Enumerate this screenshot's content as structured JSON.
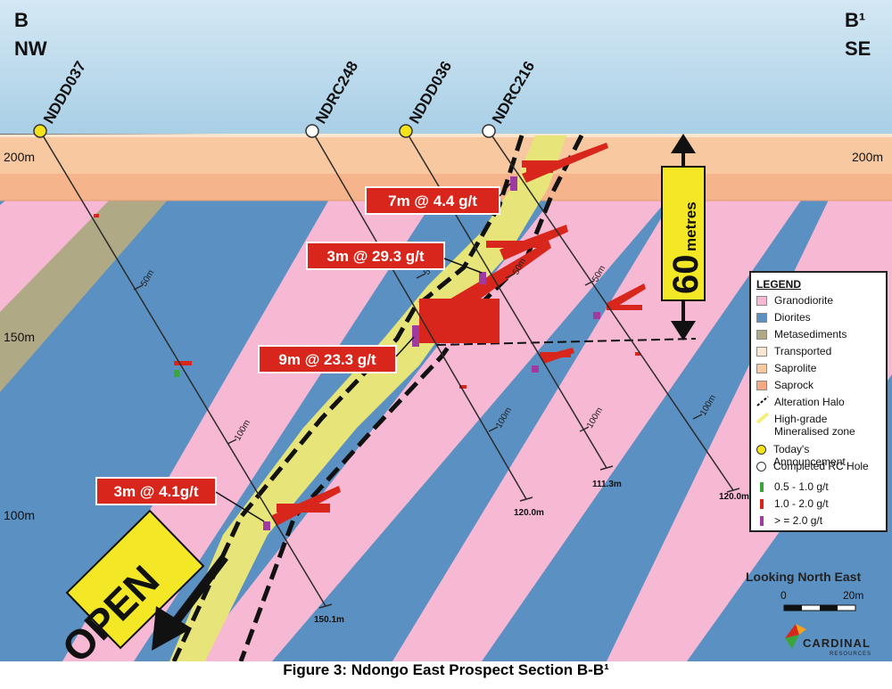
{
  "section": {
    "left_label": "B",
    "left_dir": "NW",
    "right_label": "B¹",
    "right_dir": "SE",
    "elevations": [
      "200m",
      "150m",
      "100m"
    ]
  },
  "drillholes": [
    {
      "name": "NDDD037",
      "type": "announcement",
      "end_depth": "150.1m",
      "depth_ticks": [
        "50m",
        "100m"
      ]
    },
    {
      "name": "NDRC248",
      "type": "completed_rc",
      "end_depth": "120.0m",
      "depth_ticks": [
        "50m",
        "100m"
      ]
    },
    {
      "name": "NDDD036",
      "type": "announcement",
      "end_depth": "111.3m",
      "depth_ticks": [
        "50m",
        "100m"
      ]
    },
    {
      "name": "NDRC216",
      "type": "completed_rc",
      "end_depth": "120.0m",
      "depth_ticks": [
        "50m",
        "100m"
      ]
    }
  ],
  "intercepts": [
    "7m @ 4.4 g/t",
    "3m @ 29.3 g/t",
    "9m @ 23.3 g/t",
    "3m @ 4.1g/t"
  ],
  "scale_bar": {
    "value": "60",
    "unit": "metres"
  },
  "open_label": "OPEN",
  "legend": {
    "title": "LEGEND",
    "items": [
      {
        "label": "Granodiorite",
        "color": "#f7b8d4"
      },
      {
        "label": "Diorites",
        "color": "#5b90c3"
      },
      {
        "label": "Metasediments",
        "color": "#b0a986"
      },
      {
        "label": "Transported",
        "color": "#fbe6d0"
      },
      {
        "label": "Saprolite",
        "color": "#f8c8a0"
      },
      {
        "label": "Saprock",
        "color": "#f4a981"
      },
      {
        "label": "Alteration Halo",
        "color": "#111111"
      },
      {
        "label": "High-grade Mineralised zone",
        "color": "#f2f07a"
      },
      {
        "label": "Today's Announcement",
        "color": "#f4e21a"
      },
      {
        "label": "Completed RC Hole",
        "color": "#ffffff"
      }
    ],
    "grades": [
      {
        "label": "0.5 - 1.0  g/t",
        "color": "#3aa63a"
      },
      {
        "label": "1.0 - 2.0 g/t",
        "color": "#d9261c"
      },
      {
        "label": "> = 2.0 g/t",
        "color": "#a03aa0"
      }
    ]
  },
  "view": {
    "looking": "Looking North East",
    "scale_start": "0",
    "scale_end": "20m"
  },
  "logo": {
    "name": "CARDINAL",
    "sub": "RESOURCES"
  },
  "caption": "Figure 3: Ndongo East Prospect Section B-B¹"
}
